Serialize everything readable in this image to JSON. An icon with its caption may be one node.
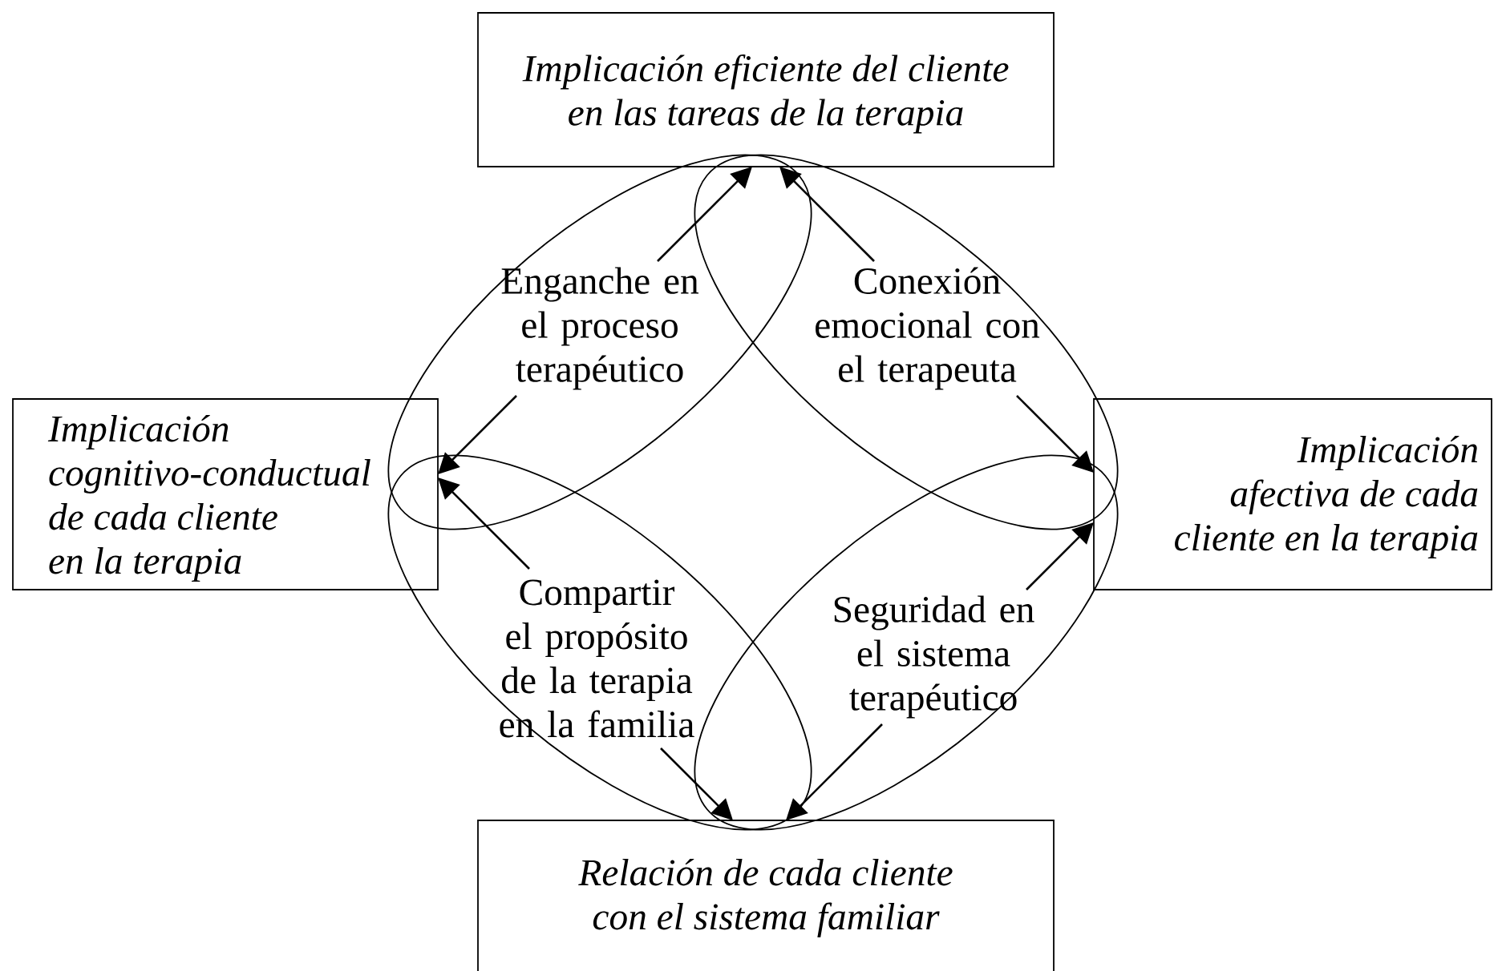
{
  "diagram": {
    "nodes": [
      {
        "text": [
          "Implicación eficiente del cliente en las tareas de la terapia"
        ]
      },
      {
        "text": [
          "Enganche en el proceso terapéutico"
        ]
      },
      {
        "text": [
          "Conexión emocional con el terapeuta"
        ]
      },
      {
        "text": [
          "Implicación cognitivo-conductual de cada cliente en la terapia"
        ]
      },
      {
        "text": [
          "Implicación afectiva de cada cliente en la terapia"
        ]
      },
      {
        "text": [
          "Compartir el propósito de la terapia en la familia"
        ]
      },
      {
        "text": [
          "Seguridad en el sistema terapéutico"
        ]
      },
      {
        "text": [
          "Relación de cada cliente con el sistema familiar"
        ]
      }
    ],
    "edges": [
      {
        "from": 1,
        "to": 0,
        "arrow": "to"
      },
      {
        "from": 1,
        "to": 3,
        "arrow": "to"
      },
      {
        "from": 2,
        "to": 0,
        "arrow": "to"
      },
      {
        "from": 2,
        "to": 4,
        "arrow": "to"
      },
      {
        "from": 5,
        "to": 3,
        "arrow": "to"
      },
      {
        "from": 5,
        "to": 7,
        "arrow": "to"
      },
      {
        "from": 6,
        "to": 7,
        "arrow": "to"
      },
      {
        "from": 6,
        "to": 4,
        "arrow": "to"
      }
    ]
  }
}
